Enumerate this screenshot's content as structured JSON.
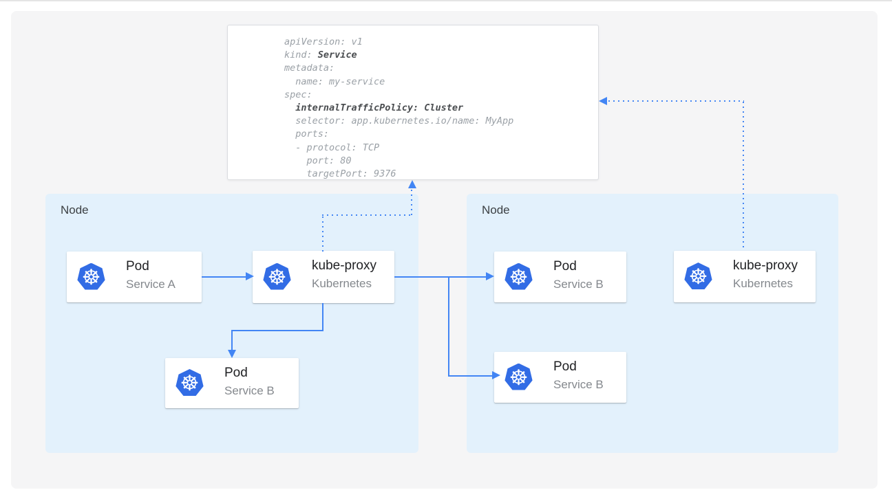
{
  "yaml_card": {
    "lines": [
      [
        {
          "t": "apiVersion: v1",
          "b": false
        }
      ],
      [
        {
          "t": "kind: ",
          "b": false
        },
        {
          "t": "Service",
          "b": true
        }
      ],
      [
        {
          "t": "metadata:",
          "b": false
        }
      ],
      [
        {
          "t": "  name: my-service",
          "b": false
        }
      ],
      [
        {
          "t": "spec:",
          "b": false
        }
      ],
      [
        {
          "t": "  ",
          "b": false
        },
        {
          "t": "internalTrafficPolicy: Cluster",
          "b": true
        }
      ],
      [
        {
          "t": "  selector: app.kubernetes.io/name: MyApp",
          "b": false
        }
      ],
      [
        {
          "t": "  ports:",
          "b": false
        }
      ],
      [
        {
          "t": "  - protocol: TCP",
          "b": false
        }
      ],
      [
        {
          "t": "    port: 80",
          "b": false
        }
      ],
      [
        {
          "t": "    targetPort: 9376",
          "b": false
        }
      ]
    ]
  },
  "nodes": [
    {
      "label": "Node"
    },
    {
      "label": "Node"
    }
  ],
  "cards": [
    {
      "title": "Pod",
      "subtitle": "Service A",
      "icon": "kubernetes-logo"
    },
    {
      "title": "kube-proxy",
      "subtitle": "Kubernetes",
      "icon": "kubernetes-logo"
    },
    {
      "title": "Pod",
      "subtitle": "Service B",
      "icon": "kubernetes-logo"
    },
    {
      "title": "Pod",
      "subtitle": "Service B",
      "icon": "kubernetes-logo"
    },
    {
      "title": "Pod",
      "subtitle": "Service B",
      "icon": "kubernetes-logo"
    },
    {
      "title": "kube-proxy",
      "subtitle": "Kubernetes",
      "icon": "kubernetes-logo"
    }
  ],
  "icons": {
    "kubernetes_glyph": "☸"
  },
  "colors": {
    "accent_blue": "#4285f4",
    "kubernetes_blue": "#326ce5",
    "node_fill": "#e3f1fc",
    "panel_bg": "#f5f5f6",
    "yaml_text": "#9aa0a6",
    "yaml_bold_text": "#4a4d50"
  }
}
